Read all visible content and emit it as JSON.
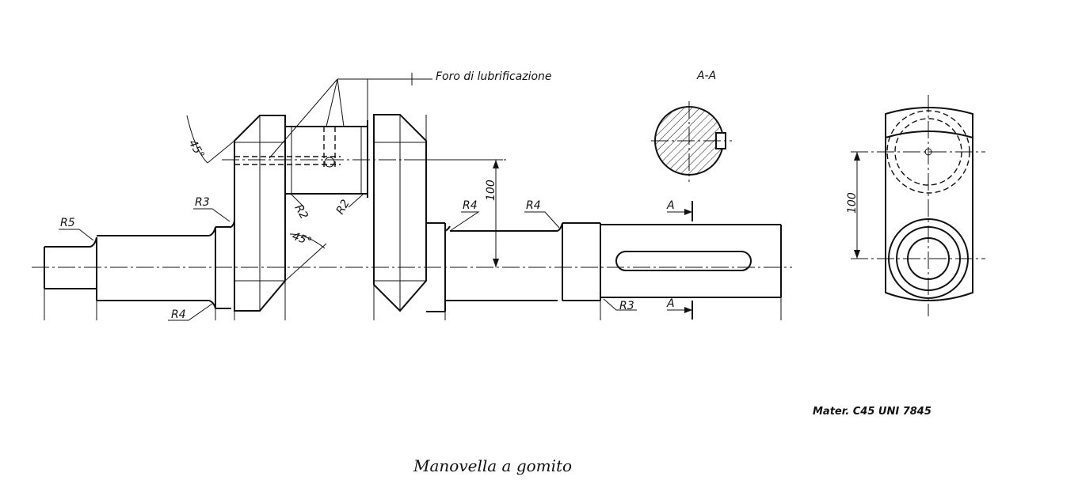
{
  "labels": {
    "lubrication_hole": "Foro di lubrificazione",
    "section": "A-A",
    "cut_a_top": "A",
    "cut_a_bottom": "A",
    "r5": "R5",
    "r3_left": "R3",
    "r4_left": "R4",
    "r2_a": "R2",
    "r2_b": "R2",
    "r4_mid": "R4",
    "r4_right": "R4",
    "r3_right": "R3",
    "angle_top": "45°",
    "angle_mid": "45°",
    "dim_main": "100",
    "dim_side": "100"
  },
  "material": "Mater. C45 UNI 7845",
  "caption": "Manovella a gomito",
  "colors": {
    "ink": "#111111",
    "paper": "#ffffff"
  }
}
